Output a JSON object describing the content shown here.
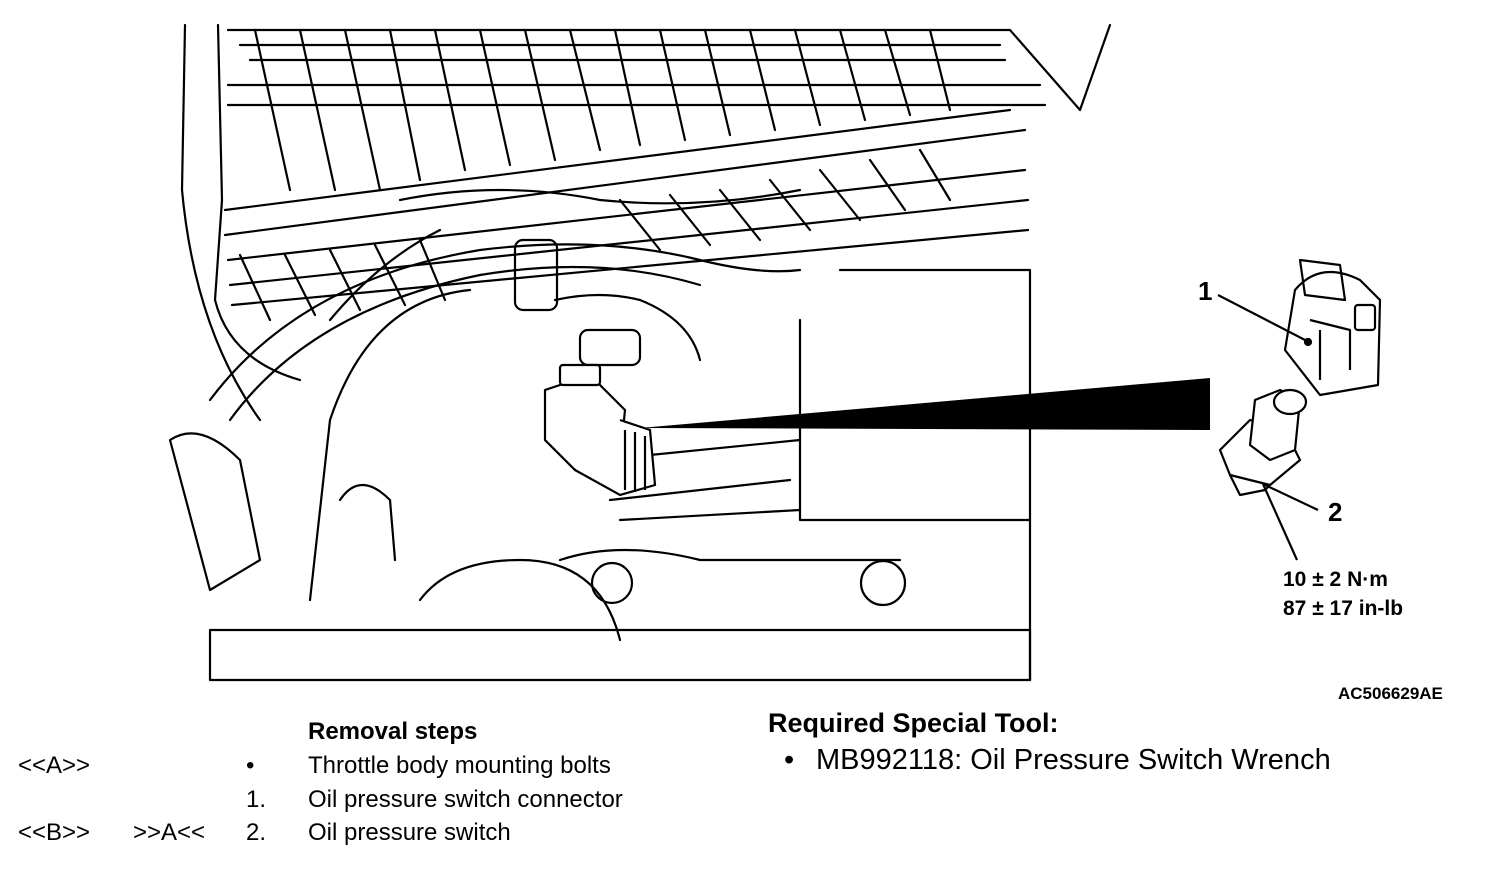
{
  "figure": {
    "id": "AC506629AE",
    "callouts": {
      "c1": "1",
      "c2": "2"
    },
    "torque": {
      "metric": "10 ± 2 N·m",
      "imperial": "87 ± 17 in-lb"
    }
  },
  "removal": {
    "heading": "Removal steps",
    "rows": [
      {
        "ref_left": "<<A>>",
        "ref_right": "",
        "number": "•",
        "label": "Throttle body mounting bolts"
      },
      {
        "ref_left": "",
        "ref_right": "",
        "number": "1.",
        "label": "Oil pressure switch connector"
      },
      {
        "ref_left": "<<B>>",
        "ref_right": ">>A<<",
        "number": "2.",
        "label": "Oil pressure switch"
      }
    ]
  },
  "special_tool": {
    "heading": "Required Special Tool:",
    "bullet": "•",
    "item": "MB992118: Oil Pressure Switch Wrench"
  }
}
